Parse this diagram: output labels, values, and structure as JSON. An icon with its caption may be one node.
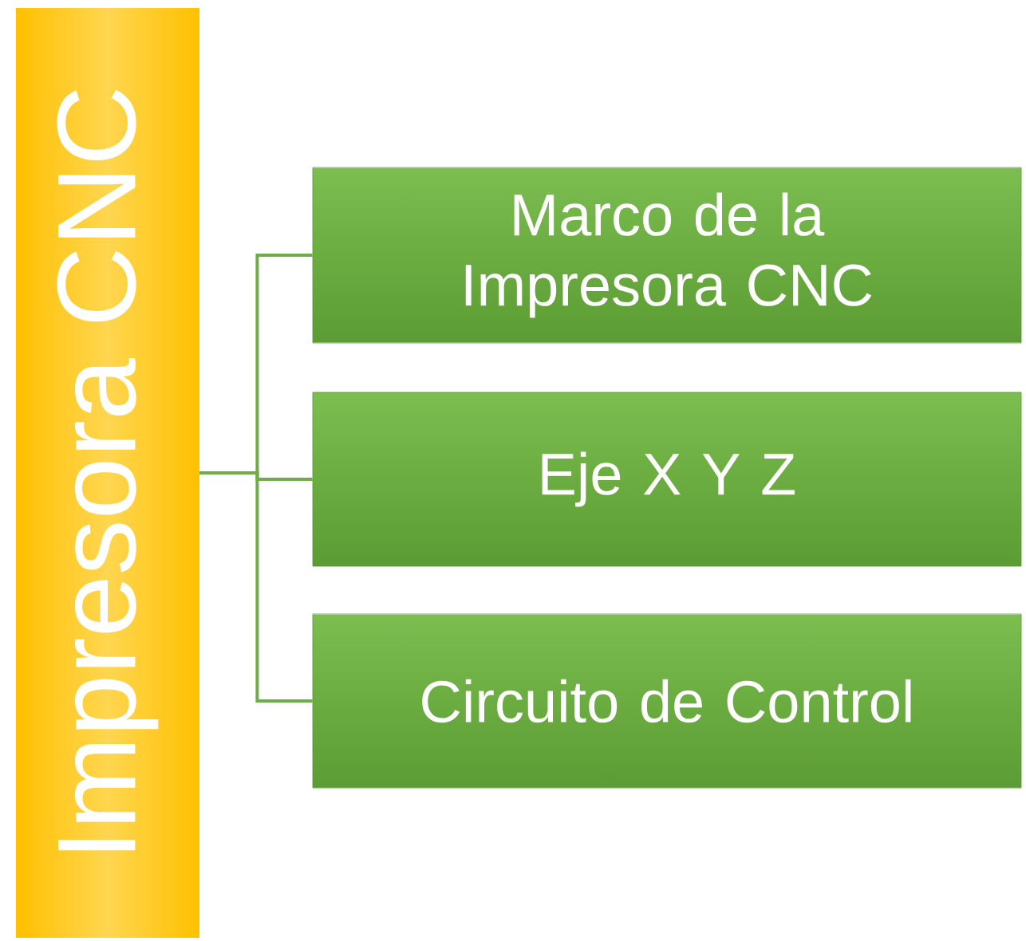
{
  "diagram": {
    "nodes": [
      {
        "text": [
          "Impresora CNC"
        ]
      },
      {
        "text": [
          "Marco de la Impresora CNC"
        ]
      },
      {
        "text": [
          "Eje X Y Z"
        ]
      },
      {
        "text": [
          "Circuito de Control"
        ]
      }
    ],
    "edges": [
      {
        "from": 0,
        "to": 1,
        "arrow": "none"
      },
      {
        "from": 0,
        "to": 2,
        "arrow": "none"
      },
      {
        "from": 0,
        "to": 3,
        "arrow": "none"
      }
    ]
  }
}
